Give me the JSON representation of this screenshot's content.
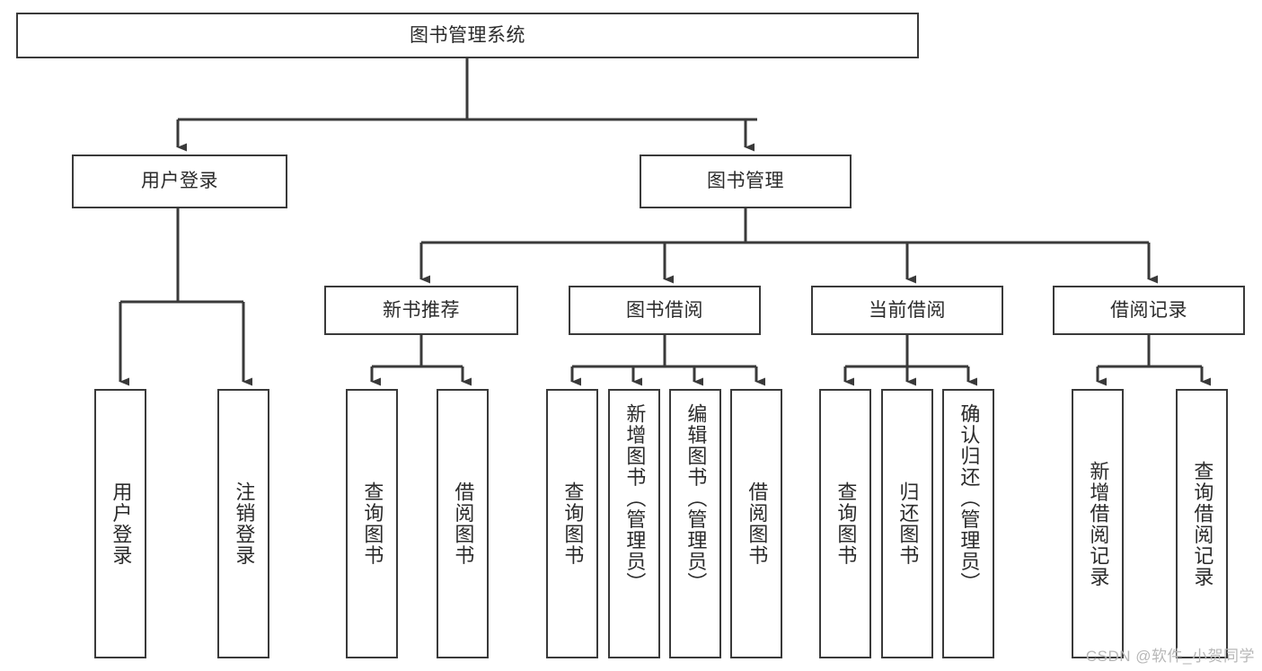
{
  "diagram": {
    "title": "图书管理系统",
    "type": "hierarchy-tree",
    "watermark": "CSDN @软件_小贺同学",
    "colors": {
      "box_border": "#3a3a3a",
      "box_fill": "#ffffff",
      "edge": "#3a3a3a",
      "text": "#2b2b2b",
      "watermark": "#b7b7b7"
    },
    "nodes": {
      "root": {
        "label": "图书管理系统"
      },
      "level2": [
        {
          "id": "user-login",
          "label": "用户登录"
        },
        {
          "id": "book-manage",
          "label": "图书管理"
        }
      ],
      "level3": [
        {
          "id": "new-book-recommend",
          "label": "新书推荐"
        },
        {
          "id": "book-borrow",
          "label": "图书借阅"
        },
        {
          "id": "current-borrow",
          "label": "当前借阅"
        },
        {
          "id": "borrow-record",
          "label": "借阅记录"
        }
      ],
      "leaves": [
        {
          "id": "leaf-user-login",
          "label": "用户登录",
          "parent": "user-login"
        },
        {
          "id": "leaf-logout-login",
          "label": "注销登录",
          "parent": "user-login"
        },
        {
          "id": "leaf-query-book-1",
          "label": "查询图书",
          "parent": "new-book-recommend"
        },
        {
          "id": "leaf-borrow-book-1",
          "label": "借阅图书",
          "parent": "new-book-recommend"
        },
        {
          "id": "leaf-query-book-2",
          "label": "查询图书",
          "parent": "book-borrow"
        },
        {
          "id": "leaf-add-book",
          "label": "新增图书（管理员）",
          "parent": "book-borrow"
        },
        {
          "id": "leaf-edit-book",
          "label": "编辑图书（管理员）",
          "parent": "book-borrow"
        },
        {
          "id": "leaf-borrow-book-2",
          "label": "借阅图书",
          "parent": "book-borrow"
        },
        {
          "id": "leaf-query-book-3",
          "label": "查询图书",
          "parent": "current-borrow"
        },
        {
          "id": "leaf-return-book",
          "label": "归还图书",
          "parent": "current-borrow"
        },
        {
          "id": "leaf-confirm-return",
          "label": "确认归还（管理员）",
          "parent": "current-borrow"
        },
        {
          "id": "leaf-add-record",
          "label": "新增借阅记录",
          "parent": "borrow-record"
        },
        {
          "id": "leaf-query-record",
          "label": "查询借阅记录",
          "parent": "borrow-record"
        }
      ]
    }
  }
}
